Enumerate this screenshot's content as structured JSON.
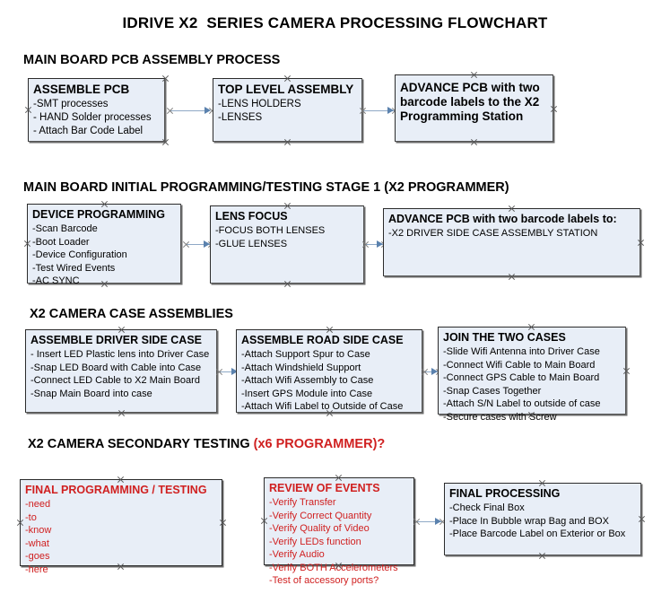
{
  "document": {
    "title": "IDRIVE X2  SERIES CAMERA PROCESSING FLOWCHART"
  },
  "colors": {
    "box_fill": "#e8eef7",
    "box_border": "#2b2b2b",
    "connector": "#8fa9c6",
    "red_text": "#d02020",
    "black_text": "#000000"
  },
  "sections": [
    {
      "id": "main-board-pcb-assembly",
      "heading": "MAIN BOARD PCB ASSEMBLY PROCESS",
      "heading_red": "",
      "nodes": [
        {
          "id": "assemble-pcb",
          "title": "ASSEMBLE PCB",
          "lines": [
            "-SMT processes",
            "- HAND Solder processes",
            "- Attach Bar Code Label"
          ]
        },
        {
          "id": "top-level-assembly",
          "title": "TOP LEVEL ASSEMBLY",
          "lines": [
            "-LENS HOLDERS",
            "-LENSES"
          ]
        },
        {
          "id": "advance-pcb-to-x2-programming-station",
          "title": "ADVANCE PCB with two barcode labels to the  X2 Programming Station",
          "lines": []
        }
      ]
    },
    {
      "id": "main-board-initial-programming",
      "heading": "MAIN BOARD INITIAL PROGRAMMING/TESTING STAGE 1 (X2 PROGRAMMER)",
      "heading_red": "",
      "nodes": [
        {
          "id": "device-programming",
          "title": "DEVICE PROGRAMMING",
          "lines": [
            "-Scan Barcode",
            "-Boot Loader",
            "-Device Configuration",
            "-Test Wired Events",
            "-AC SYNC"
          ]
        },
        {
          "id": "lens-focus",
          "title": "LENS FOCUS",
          "lines": [
            "-FOCUS BOTH LENSES",
            "-GLUE LENSES"
          ]
        },
        {
          "id": "advance-pcb-to-driver-side-case",
          "title": "ADVANCE PCB with two barcode labels to:",
          "lines": [
            "-X2 DRIVER  SIDE  CASE  ASSEMBLY STATION"
          ]
        }
      ]
    },
    {
      "id": "x2-camera-case-assemblies",
      "heading": "X2 CAMERA CASE ASSEMBLIES",
      "heading_red": "",
      "nodes": [
        {
          "id": "assemble-driver-side-case",
          "title": "ASSEMBLE DRIVER SIDE CASE",
          "lines": [
            "- Insert LED Plastic lens into Driver Case",
            "-Snap LED Board with Cable into Case",
            "-Connect LED Cable to X2 Main Board",
            "-Snap Main Board into case"
          ]
        },
        {
          "id": "assemble-road-side-case",
          "title": "ASSEMBLE ROAD SIDE CASE",
          "lines": [
            "-Attach Support Spur to Case",
            "-Attach Windshield Support",
            "-Attach Wifi Assembly to Case",
            "-Insert GPS Module into Case",
            "-Attach Wifi Label to Outside of Case"
          ]
        },
        {
          "id": "join-the-two-cases",
          "title": "JOIN THE TWO CASES",
          "lines": [
            "-Slide Wifi Antenna into Driver Case",
            "-Connect Wifi Cable to Main Board",
            "-Connect GPS Cable to Main Board",
            "-Snap Cases Together",
            "-Attach S/N Label to outside of case",
            "-Secure cases with Screw"
          ]
        }
      ]
    },
    {
      "id": "x2-camera-secondary-testing",
      "heading": "X2 CAMERA SECONDARY TESTING ",
      "heading_red": "(x6 PROGRAMMER)?",
      "nodes": [
        {
          "id": "final-programming-testing",
          "title": "FINAL PROGRAMMING / TESTING",
          "lines": [
            "-need",
            "-to",
            "-know",
            "-what",
            "-goes",
            "-here"
          ]
        },
        {
          "id": "review-of-events",
          "title": "REVIEW OF EVENTS",
          "lines": [
            "-Verify Transfer",
            "-Verify Correct Quantity",
            "-Verify Quality of Video",
            "-Verify LEDs function",
            "-Verify Audio",
            "-Verify BOTH Accelerometers",
            "-Test of accessory ports?"
          ]
        },
        {
          "id": "final-processing",
          "title": "FINAL PROCESSING",
          "lines": [
            "-Check Final Box",
            "-Place In Bubble wrap Bag and BOX",
            "-Place Barcode Label on Exterior or Box"
          ]
        }
      ]
    }
  ]
}
